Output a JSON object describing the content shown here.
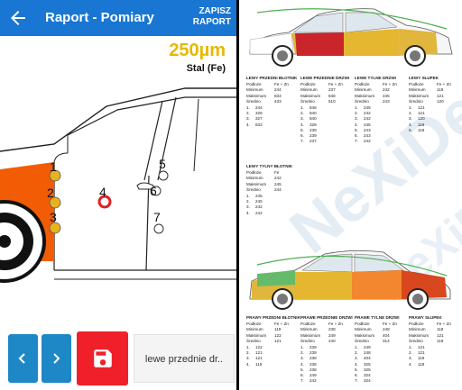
{
  "app": {
    "title": "Raport - Pomiary",
    "save_label": "ZAPISZ RAPORT",
    "reading": "250µm",
    "material": "Stal (Fe)",
    "current_element": "lewe przednie dr..",
    "points": [
      {
        "label": "1",
        "color": "#e8b21e"
      },
      {
        "label": "2",
        "color": "#e8b21e"
      },
      {
        "label": "3",
        "color": "#e8b21e"
      },
      {
        "label": "4",
        "color": "#e02020"
      },
      {
        "label": "5",
        "color": "#ffffff"
      },
      {
        "label": "6",
        "color": "#ffffff"
      },
      {
        "label": "7",
        "color": "#ffffff"
      }
    ],
    "colors": {
      "accent": "#1976d2",
      "fender": "#f25c05",
      "reading": "#e6b800",
      "danger": "#f0202a"
    }
  },
  "report": {
    "watermark": "NeXiDe",
    "header_labels": {
      "substrate": "Podłoże",
      "minimum": "Minimum",
      "maximum": "Maksimum",
      "average": "Średnio"
    },
    "sections_top": [
      {
        "title": "LEWY PRZEDNI BŁOTNIK",
        "substrate": "Fe + Zn",
        "min": "244",
        "max": "833",
        "avg": "433",
        "readings": [
          "244",
          "328",
          "327",
          "833"
        ]
      },
      {
        "title": "LEWE PRZEDNIE DRZWI",
        "substrate": "Fe + Zn",
        "min": "237",
        "max": "848",
        "avg": "510",
        "readings": [
          "848",
          "840",
          "840",
          "328",
          "239",
          "239",
          "237"
        ]
      },
      {
        "title": "LEWE TYLNE DRZWI",
        "substrate": "Fe + Zn",
        "min": "242",
        "max": "245",
        "avg": "243",
        "readings": [
          "245",
          "242",
          "242",
          "245",
          "243",
          "243",
          "242"
        ]
      },
      {
        "title": "LEWY SŁUPEK",
        "substrate": "Fe + Zn",
        "min": "119",
        "max": "121",
        "avg": "120",
        "readings": [
          "121",
          "121",
          "120",
          "119",
          "119"
        ]
      }
    ],
    "section_mid": {
      "title": "LEWY TYLNY BŁOTNIK",
      "substrate": "Fe",
      "min": "242",
      "max": "245",
      "avg": "244",
      "readings": [
        "245",
        "245",
        "242",
        "242"
      ]
    },
    "sections_bottom": [
      {
        "title": "PRAWY PRZEDNI BŁOTNIK",
        "substrate": "Fe + Zn",
        "min": "119",
        "max": "122",
        "avg": "121",
        "readings": [
          "122",
          "121",
          "121",
          "119"
        ]
      },
      {
        "title": "PRAWE PRZEDNIE DRZWI",
        "substrate": "Fe + Zn",
        "min": "238",
        "max": "249",
        "avg": "240",
        "readings": [
          "239",
          "239",
          "238",
          "238",
          "238",
          "249",
          "242"
        ]
      },
      {
        "title": "PRAWE TYLNE DRZWI",
        "substrate": "Fe + Zn",
        "min": "248",
        "max": "404",
        "avg": "314",
        "readings": [
          "249",
          "248",
          "404",
          "325",
          "325",
          "324",
          "324"
        ]
      },
      {
        "title": "PRAWY SŁUPEK",
        "substrate": "Fe + Zn",
        "min": "118",
        "max": "121",
        "avg": "119",
        "readings": [
          "121",
          "121",
          "119",
          "118"
        ]
      }
    ]
  }
}
